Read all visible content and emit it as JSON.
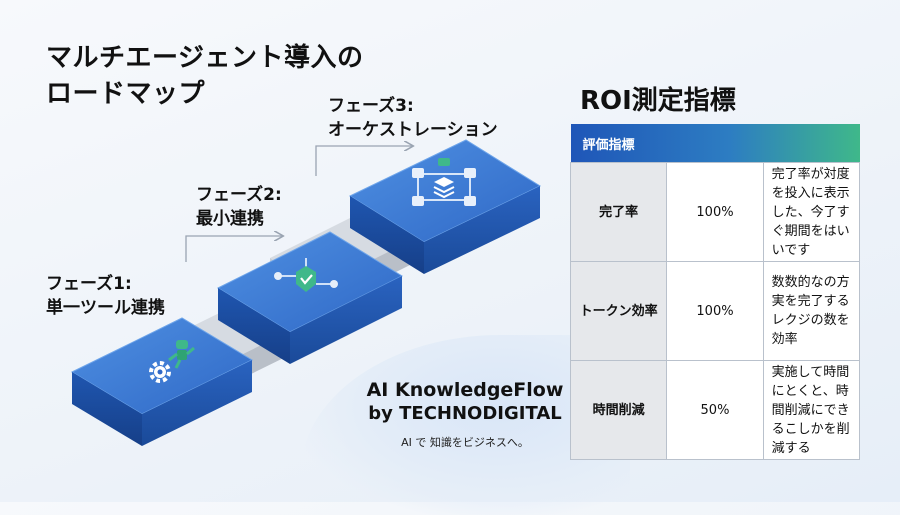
{
  "title": "マルチエージェント導入の\nロードマップ",
  "phases": [
    {
      "label": "フェーズ1:",
      "name": "単一ツール連携"
    },
    {
      "label": "フェーズ2:",
      "name": "最小連携"
    },
    {
      "label": "フェーズ3:",
      "name": "オーケストレーション"
    }
  ],
  "roi": {
    "title": "ROI測定指標",
    "header": "評価指標",
    "rows": [
      {
        "name": "完了率",
        "value": "100%",
        "desc": "完了率が対度を投入に表示した、今了すぐ期間をはいいです"
      },
      {
        "name": "トークン効率",
        "value": "100%",
        "desc": "数数的なの方実を完了するレクジの数を効率"
      },
      {
        "name": "時間削減",
        "value": "50%",
        "desc": "実施して時間にとくと、時間削減にできるこしかを削減する"
      }
    ]
  },
  "brand": {
    "line1": "AI KnowledgeFlow",
    "line2": "by TECHNODIGITAL",
    "tagline": "AI で 知識をビジネスへ。"
  },
  "icons": [
    "gear-icon",
    "robot-icon",
    "check-node-icon",
    "stack-network-icon"
  ],
  "colors": {
    "block_top": "#3f7fd6",
    "block_side": "#1c4fa0",
    "accent_green": "#3fb88a"
  }
}
